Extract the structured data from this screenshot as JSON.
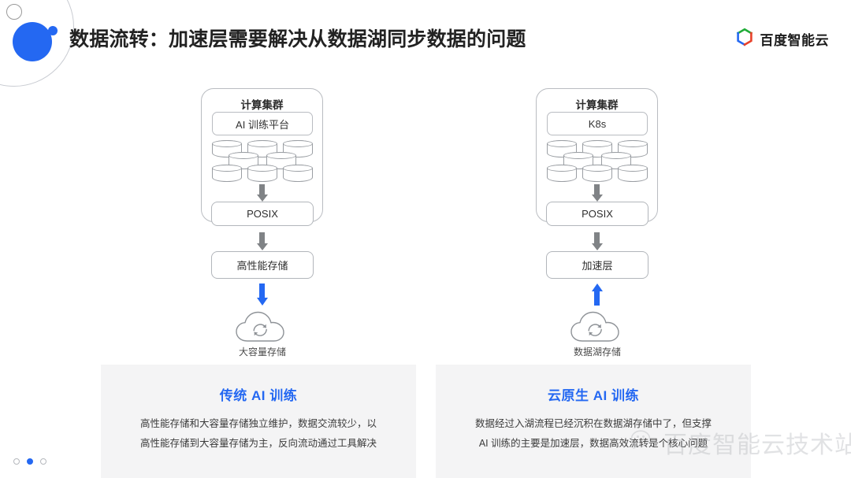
{
  "slide": {
    "title": "数据流转：加速层需要解决从数据湖同步数据的问题",
    "brand": "百度智能云"
  },
  "columns": [
    {
      "id": "traditional",
      "cluster_title": "计算集群",
      "platform_label": "AI 训练平台",
      "posix_label": "POSIX",
      "storage_label": "高性能存储",
      "cloud_caption": "大容量存储",
      "blue_arrow_direction": "down"
    },
    {
      "id": "cloud-native",
      "cluster_title": "计算集群",
      "platform_label": "K8s",
      "posix_label": "POSIX",
      "storage_label": "加速层",
      "cloud_caption": "数据湖存储",
      "blue_arrow_direction": "up"
    }
  ],
  "panels": [
    {
      "id": "traditional-panel",
      "title": "传统 AI 训练",
      "line1": "高性能存储和大容量存储独立维护，数据交流较少，以",
      "line2": "高性能存储到大容量存储为主，反向流动通过工具解决"
    },
    {
      "id": "cloud-native-panel",
      "title": "云原生 AI 训练",
      "line1": "数据经过入湖流程已经沉积在数据湖存储中了，但支撑",
      "line2": "AI 训练的主要是加速层，数据高效流转是个核心问题"
    }
  ],
  "watermark": {
    "text": "百度智能云技术站"
  },
  "pagination": {
    "total": 3,
    "active_index": 1
  },
  "colors": {
    "accent_blue": "#2468f2",
    "arrow_gray": "#808386",
    "panel_bg": "#f4f4f5",
    "title_text": "#222222",
    "logo_green": "#21ac38",
    "logo_blue": "#2468f2",
    "logo_red": "#e8412a"
  }
}
